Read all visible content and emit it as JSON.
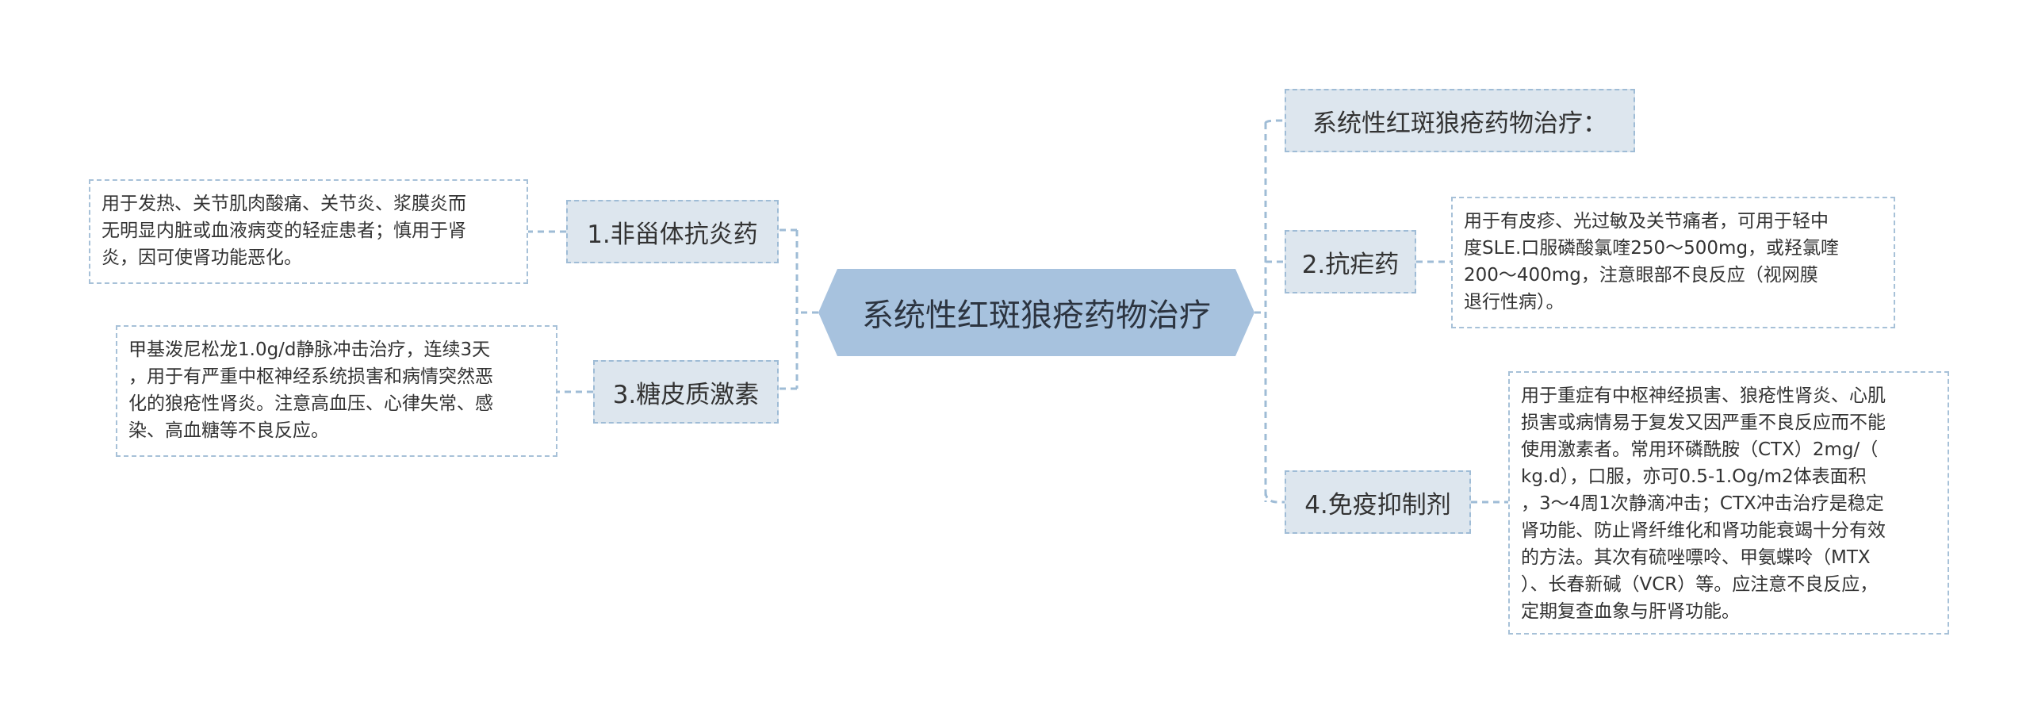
{
  "central": {
    "title": "系统性红斑狼疮药物治疗"
  },
  "left": {
    "nsaid": {
      "label": "1.非甾体抗炎药",
      "detail": [
        "用于发热、关节肌肉酸痛、关节炎、浆膜炎而",
        "无明显内脏或血液病变的轻症患者；慎用于肾",
        "炎，因可使肾功能恶化。"
      ]
    },
    "steroid": {
      "label": "3.糖皮质激素",
      "detail": [
        "甲基泼尼松龙1.0g/d静脉冲击治疗，连续3天",
        "，用于有严重中枢神经系统损害和病情突然恶",
        "化的狼疮性肾炎。注意高血压、心律失常、感",
        "染、高血糖等不良反应。"
      ]
    }
  },
  "right": {
    "intro": {
      "label": "系统性红斑狼疮药物治疗："
    },
    "antimalarial": {
      "label": "2.抗疟药",
      "detail": [
        "用于有皮疹、光过敏及关节痛者，可用于轻中",
        "度SLE.口服磷酸氯喹250～500mg，或羟氯喹",
        "200～400mg，注意眼部不良反应（视网膜",
        "退行性病）。"
      ]
    },
    "immuno": {
      "label": "4.免疫抑制剂",
      "detail": [
        "用于重症有中枢神经损害、狼疮性肾炎、心肌",
        "损害或病情易于复发又因严重不良反应而不能",
        "使用激素者。常用环磷酰胺（CTX）2mg/（",
        "kg.d），口服，亦可0.5-1.Og/m2体表面积",
        "，3～4周1次静滴冲击；CTX冲击治疗是稳定",
        "肾功能、防止肾纤维化和肾功能衰竭十分有效",
        "的方法。其次有硫唑嘌呤、甲氨蝶呤（MTX",
        "）、长春新碱（VCR）等。应注意不良反应，",
        "定期复查血象与肝肾功能。"
      ]
    }
  },
  "colors": {
    "central_fill": "#a7c2de",
    "branch_fill": "#dde6ee",
    "line": "#9fbcd6"
  }
}
